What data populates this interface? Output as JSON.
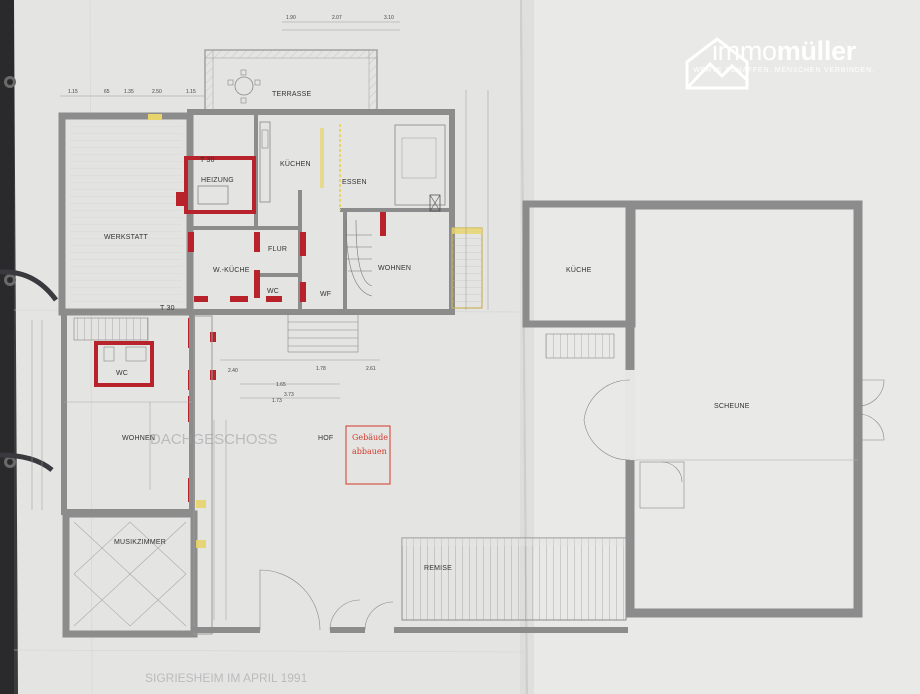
{
  "rooms": {
    "terrasse": "TERRASSE",
    "heizung": "HEIZUNG",
    "kuechen": "KÜCHEN",
    "essen": "ESSEN",
    "werkstatt": "WERKSTATT",
    "flur": "FLUR",
    "w_kueche": "W.-KÜCHE",
    "wohnen_main": "WOHNEN",
    "wc_small": "WC",
    "wf": "WF",
    "kueche_barn": "KÜCHE",
    "wc": "WC",
    "wohnen_left": "WOHNEN",
    "scheune": "SCHEUNE",
    "hof": "HOF",
    "musikzimmer": "MUSIKZIMMER",
    "remise": "REMISE"
  },
  "marks": {
    "t30_a": "T 30",
    "t30_b": "T 30"
  },
  "faint_text": {
    "plan_title": "DACHGESCHOSS",
    "footer": "SIGRIESHEIM IM APRIL 1991"
  },
  "handnote": {
    "line1": "Gebäude",
    "line2": "abbauen"
  },
  "dimensions": {
    "top1": "1.90",
    "top2": "2.07",
    "top3": "3.10",
    "left1": "1.15",
    "left2": "65",
    "left3": "1.35",
    "left4": "2.50",
    "left5": "1.15",
    "mid1": "2.40",
    "mid2": "1.73",
    "mid3": "1.65",
    "mid4": "1.78",
    "mid5": "2.61",
    "mid6": "3.73"
  },
  "logo": {
    "brand_light": "immo",
    "brand_bold": "müller",
    "tagline": "WERTE SCHAFFEN. MENSCHEN VERBINDEN.",
    "colors": {
      "text": "#ffffff"
    }
  },
  "colors": {
    "paper": "#e6e6e4",
    "wall": "#8a8a8a",
    "red_wall": "#b8222a",
    "accent_yellow": "#e8d46a"
  }
}
